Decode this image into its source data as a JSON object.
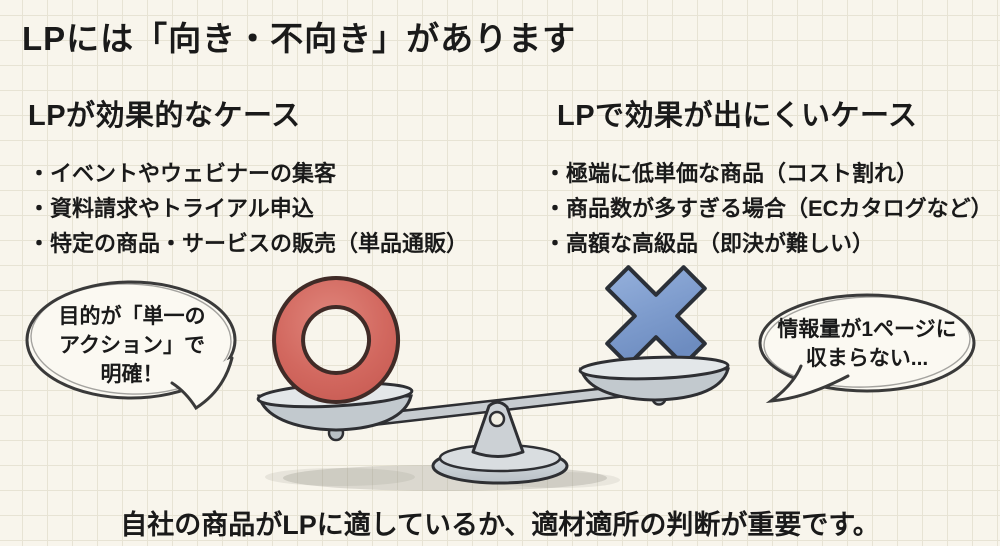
{
  "slide": {
    "title": "LPには「向き・不向き」があります",
    "footer": "自社の商品がLPに適しているか、適材適所の判断が重要です。"
  },
  "effective": {
    "heading": "LPが効果的なケース",
    "items": [
      "・イベントやウェビナーの集客",
      "・資料請求やトライアル申込",
      "・特定の商品・サービスの販売（単品通販）"
    ]
  },
  "ineffective": {
    "heading": "LPで効果が出にくいケース",
    "items": [
      "・極端に低単価な商品（コスト割れ）",
      "・商品数が多すぎる場合（ECカタログなど）",
      "・高額な高級品（即決が難しい）"
    ]
  },
  "bubbles": {
    "left": {
      "lines": [
        "目的が「単一の",
        "アクション」で",
        "明確！"
      ]
    },
    "right": {
      "lines": [
        "情報量が1ページに",
        "収まらない..."
      ]
    }
  },
  "illustration": {
    "left_symbol": "maru-circle",
    "right_symbol": "batsu-cross",
    "colors": {
      "circle_red": "#d2685f",
      "cross_blue": "#7e9ccd",
      "metal_gray": "#c9ced3",
      "outline": "#2e2f33",
      "paper": "#f8f5ec",
      "grid_line": "#e7e3d4",
      "bubble_fill": "#fbf9f2",
      "text": "#1a1a1a"
    }
  }
}
